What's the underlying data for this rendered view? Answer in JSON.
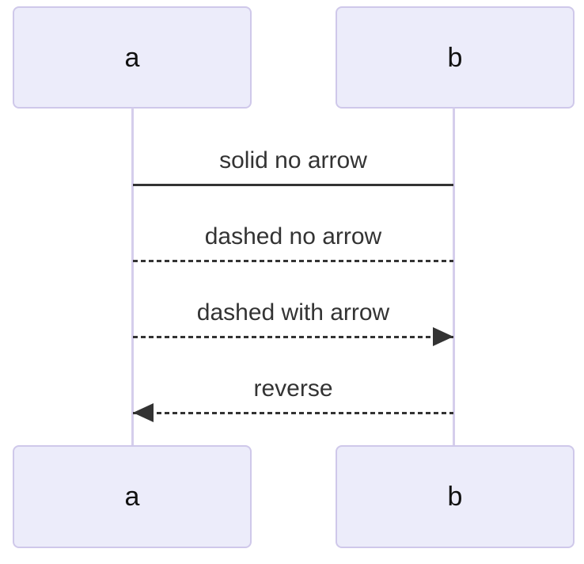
{
  "diagram": {
    "type": "sequence",
    "actors": {
      "a": {
        "label": "a"
      },
      "b": {
        "label": "b"
      }
    },
    "messages": [
      {
        "from": "a",
        "to": "b",
        "label": "solid no arrow",
        "line": "solid",
        "arrow": "none"
      },
      {
        "from": "a",
        "to": "b",
        "label": "dashed no arrow",
        "line": "dashed",
        "arrow": "none"
      },
      {
        "from": "a",
        "to": "b",
        "label": "dashed with arrow",
        "line": "dashed",
        "arrow": "filled-right"
      },
      {
        "from": "b",
        "to": "a",
        "label": "reverse",
        "line": "dashed",
        "arrow": "filled-left"
      }
    ],
    "colors": {
      "background": "#FFFFFF",
      "actor_fill": "#ECECFA",
      "actor_border": "#CFC8EA",
      "actor_text": "#111111",
      "lifeline": "#D5CEEC",
      "message_line": "#333333",
      "message_text": "#333333"
    }
  }
}
